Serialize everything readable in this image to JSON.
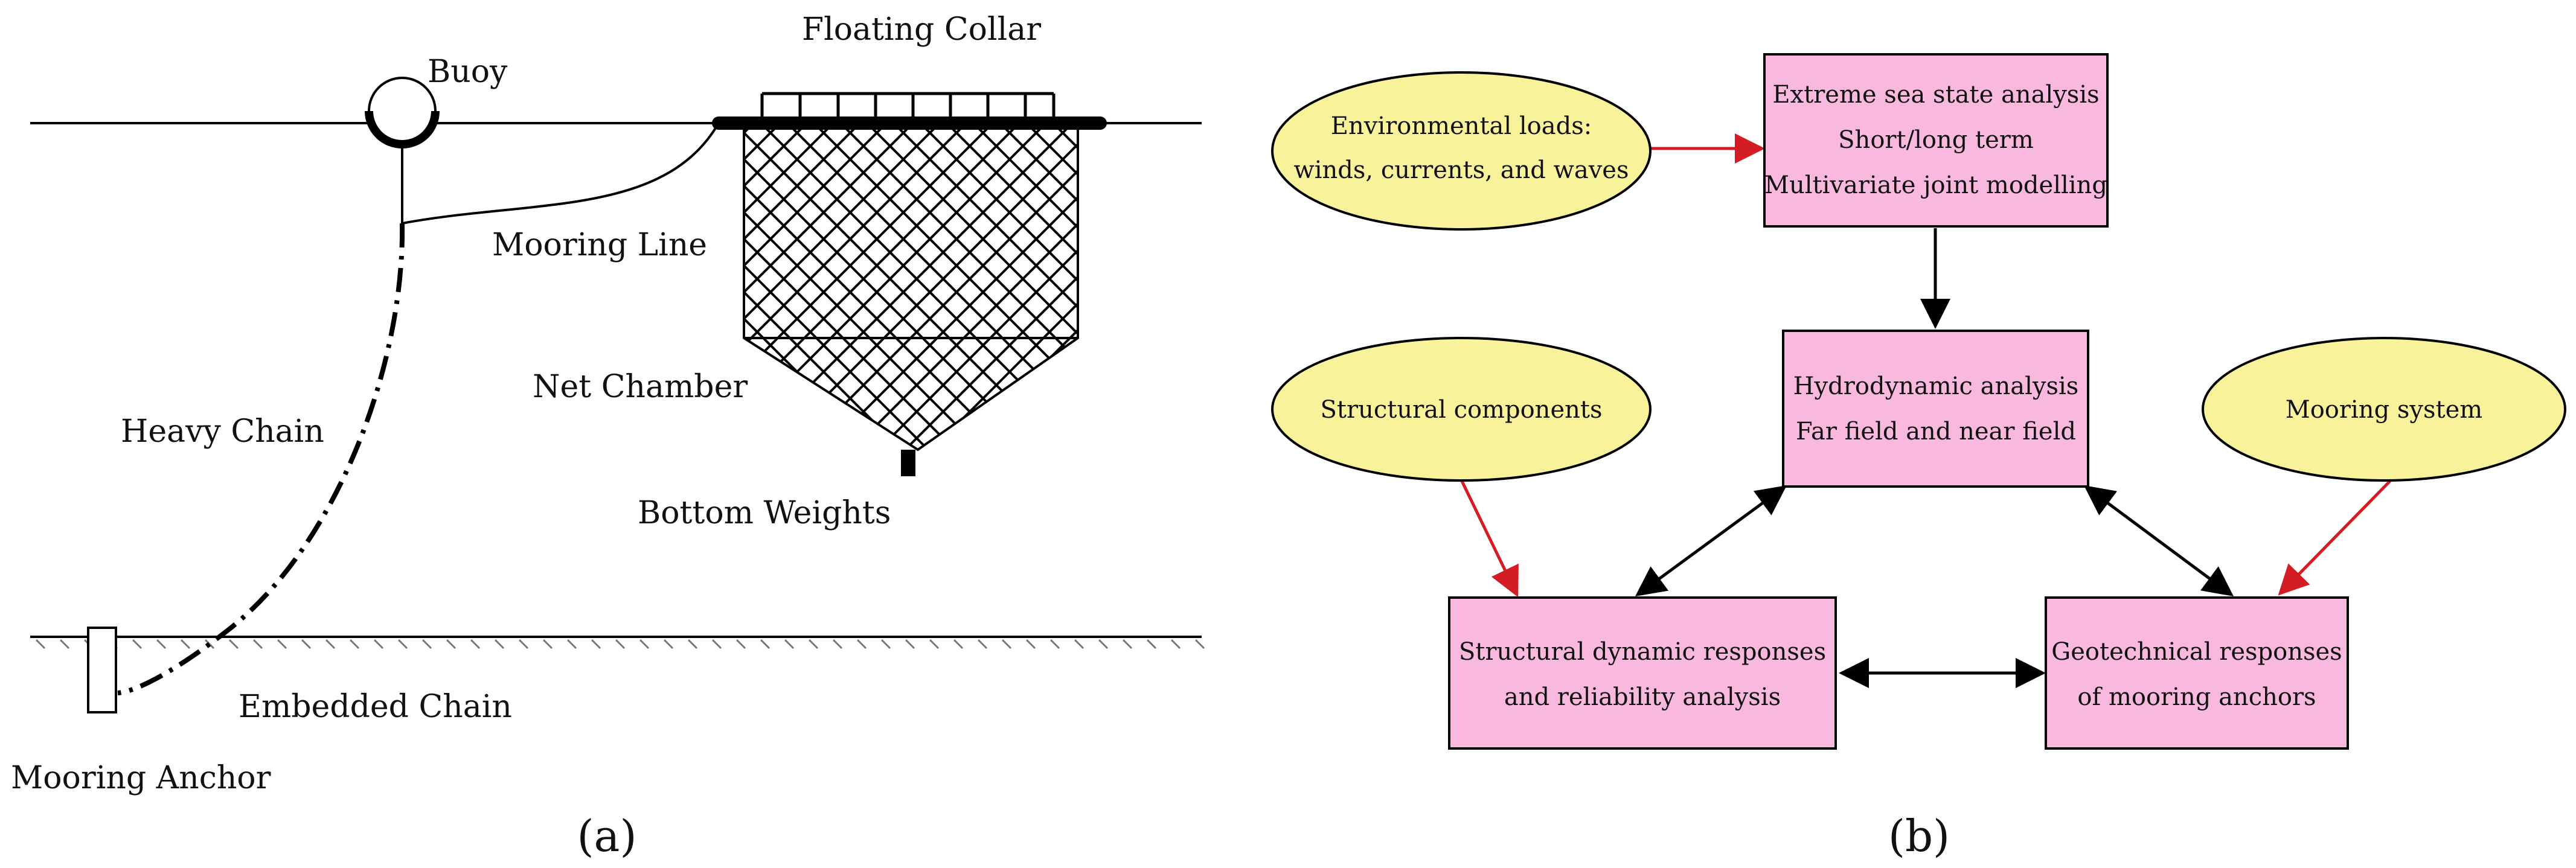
{
  "panel_a": {
    "caption": "(a)",
    "labels": {
      "floating_collar": "Floating Collar",
      "buoy": "Buoy",
      "mooring_line": "Mooring Line",
      "net_chamber": "Net Chamber",
      "heavy_chain": "Heavy Chain",
      "bottom_weights": "Bottom Weights",
      "embedded_chain": "Embedded Chain",
      "mooring_anchor": "Mooring Anchor"
    }
  },
  "panel_b": {
    "caption": "(b)",
    "nodes": {
      "env_loads": [
        "Environmental loads:",
        "winds, currents, and waves"
      ],
      "extreme_sea": [
        "Extreme sea state analysis",
        "Short/long term",
        "Multivariate joint modelling"
      ],
      "structural_components": [
        "Structural components"
      ],
      "hydrodynamic": [
        "Hydrodynamic analysis",
        "Far field and near field"
      ],
      "mooring_system": [
        "Mooring system"
      ],
      "structural_dynamic": [
        "Structural dynamic responses",
        "and reliability analysis"
      ],
      "geotechnical": [
        "Geotechnical responses",
        "of mooring anchors"
      ]
    },
    "colors": {
      "ellipse_fill": "#f8f29a",
      "box_fill": "#f9b8dd",
      "red_arrow": "#d41c24",
      "black_arrow": "#000000"
    }
  }
}
